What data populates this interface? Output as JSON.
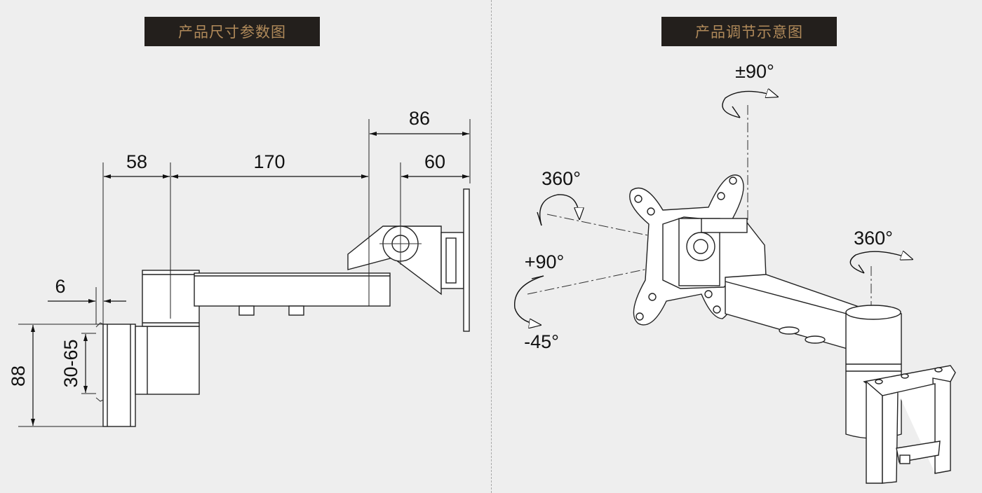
{
  "header": {
    "left_title": "产品尺寸参数图",
    "right_title": "产品调节示意图",
    "title_color": "#b08a5a",
    "title_bg": "#231f1c"
  },
  "dimensions": {
    "d86": "86",
    "d58": "58",
    "d170": "170",
    "d60": "60",
    "d6": "6",
    "d88": "88",
    "d30_65": "30-65"
  },
  "adjustments": {
    "tilt": "±90°",
    "rotate_screen": "360°",
    "tilt_up": "+90°",
    "tilt_down": "-45°",
    "rotate_arm": "360°"
  }
}
